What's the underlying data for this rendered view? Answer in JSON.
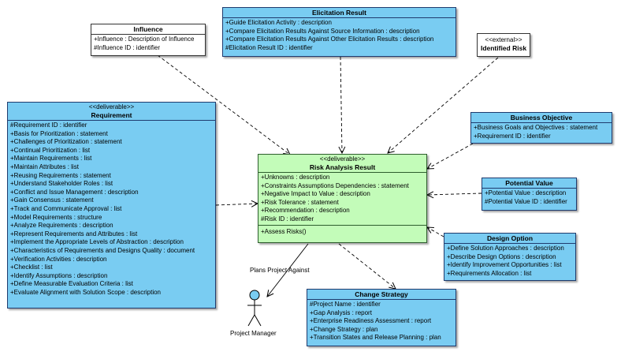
{
  "classes": {
    "influence": {
      "name": "Influence",
      "attributes": [
        "+Influence : Description of Influence",
        "#Influence ID : identifier"
      ]
    },
    "elicitation_result": {
      "name": "Elicitation Result",
      "attributes": [
        "+Guide Elicitation Activity : description",
        "+Compare Elicitation Results Against Source Information : description",
        "+Compare Elicitation Results Against Other Elicitation Results : description",
        "#Elicitation Result ID : identifier"
      ]
    },
    "identified_risk": {
      "stereotype": "<<external>>",
      "name": "Identified Risk"
    },
    "requirement": {
      "stereotype": "<<deliverable>>",
      "name": "Requirement",
      "attributes": [
        "#Requirement ID : identifier",
        "+Basis for Prioritization : statement",
        "+Challenges of Prioritization : statement",
        "+Continual Prioritization : list",
        "+Maintain Requirements : list",
        "+Maintain Attributes : list",
        "+Reusing Requirements : statement",
        "+Understand Stakeholder Roles : list",
        "+Conflict and Issue Management : description",
        "+Gain Consensus : statement",
        "+Track and Communicate Approval : list",
        "+Model Requirements : structure",
        "+Analyze Requirements : description",
        "+Represent Requirements and Attributes : list",
        "+Implement the Appropriate Levels of Abstraction : description",
        "+Characteristics of Requirements and Designs Quality : document",
        "+Verification Activities : description",
        "+Checklist : list",
        "+Identify Assumptions : description",
        "+Define Measurable Evaluation Criteria : list",
        "+Evaluate Alignment with Solution Scope : description"
      ]
    },
    "business_objective": {
      "name": "Business Objective",
      "attributes": [
        "+Business Goals and Objectives : statement",
        "+Requirement ID : identifier"
      ]
    },
    "risk_analysis_result": {
      "stereotype": "<<deliverable>>",
      "name": "Risk Analysis Result",
      "attributes": [
        "+Unknowns : description",
        "+Constraints Assumptions Dependencies : statement",
        "+Negative Impact to Value : description",
        "+Risk Tolerance : statement",
        "+Recommendation : description",
        "#Risk ID : identifier"
      ],
      "operations": [
        "+Assess Risks()"
      ]
    },
    "potential_value": {
      "name": "Potential Value",
      "attributes": [
        "+Potential Value : description",
        "#Potential Value ID : identifier"
      ]
    },
    "design_option": {
      "name": "Design Option",
      "attributes": [
        "+Define Solution Approaches : description",
        "+Describe Design Options : description",
        "+Identify Improvement Opportunities : list",
        "+Requirements Allocation : list"
      ]
    },
    "change_strategy": {
      "name": "Change Strategy",
      "attributes": [
        "#Project Name : identifier",
        "+Gap Analysis : report",
        "+Enterprise Readiness Assessment : report",
        "+Change Strategy : plan",
        "+Transition States and Release Planning : plan"
      ]
    }
  },
  "actor": {
    "name": "Project Manager"
  },
  "association_label": "Plans Project Against",
  "colors": {
    "class_fill": "#79ccf2",
    "deliverable_fill": "#c3fcb9",
    "external_fill": "#ffffff",
    "actor_head": "#79ccf2"
  }
}
